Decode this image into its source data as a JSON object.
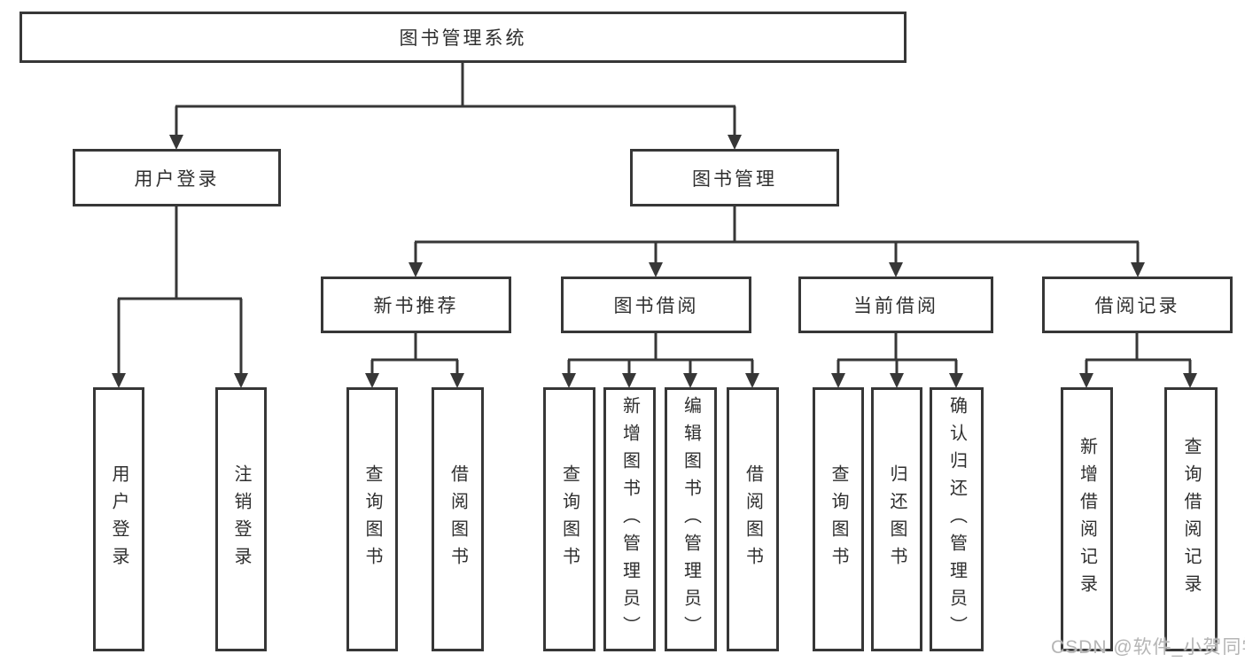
{
  "tree": {
    "label": "图书管理系统",
    "children": [
      {
        "label": "用户登录",
        "children": [
          {
            "label": "用户登录"
          },
          {
            "label": "注销登录"
          }
        ]
      },
      {
        "label": "图书管理",
        "children": [
          {
            "label": "新书推荐",
            "children": [
              {
                "label": "查询图书"
              },
              {
                "label": "借阅图书"
              }
            ]
          },
          {
            "label": "图书借阅",
            "children": [
              {
                "label": "查询图书"
              },
              {
                "label": "新增图书（管理员）"
              },
              {
                "label": "编辑图书（管理员）"
              },
              {
                "label": "借阅图书"
              }
            ]
          },
          {
            "label": "当前借阅",
            "children": [
              {
                "label": "查询图书"
              },
              {
                "label": "归还图书"
              },
              {
                "label": "确认归还（管理员）"
              }
            ]
          },
          {
            "label": "借阅记录",
            "children": [
              {
                "label": "新增借阅记录"
              },
              {
                "label": "查询借阅记录"
              }
            ]
          }
        ]
      }
    ]
  },
  "watermark": {
    "text": "CSDN @软件_小贺同学"
  },
  "colors": {
    "line": "#373737",
    "text": "#2f2f2f",
    "watermark": "#b5b5b5",
    "background": "#ffffff"
  }
}
